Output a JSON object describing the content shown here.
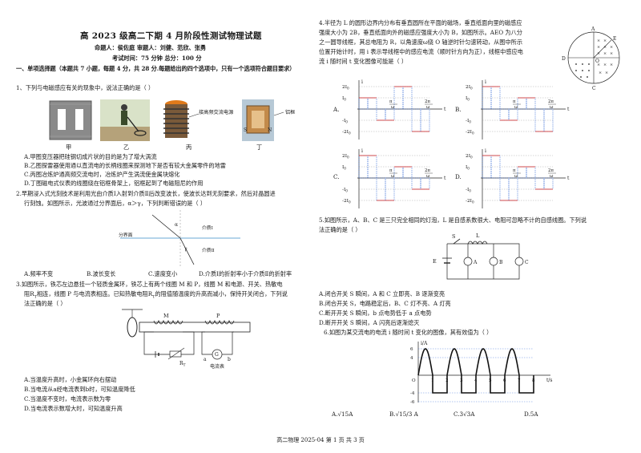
{
  "header": {
    "title": "高 2023 级高二下期 4 月阶段性测试物理试题",
    "staff": "命题人：侯佐庭   审题人：刘健、范欣、张勇",
    "exam_info": "考试时间：75 分钟   总分：100 分",
    "section1": "一、单项选择题（本题共 7 小题，每题 4 分，共 28 分.每题给出的四个选项中，只有一个选项符合题目要求）"
  },
  "q1": {
    "stem": "1、下列与电磁感应有关的现象中，说法正确的是（      ）",
    "image_labels": [
      "甲",
      "乙",
      "丙",
      "丁"
    ],
    "coil_label": "接高频交流电源",
    "alu_label": "铝框",
    "options": [
      "A.甲图变压器把硅钢切成片状的目的是为了增大涡流",
      "B.乙图探雷器使用通以直流电的长柄线圈来探测地下是否有较大金属零件的地雷",
      "C.丙图冶炼炉通高频交流电时，冶炼炉产生涡流使金属块熔化",
      "D.丁图磁电式仪表的线圈绕在铝框骨架上，铝框起到了电磁阻尼的作用"
    ]
  },
  "q2": {
    "stem1": "2.早期浸入式光刻技术是利用光由介质Ⅰ入射到介质Ⅱ后改变波长，使波长达到无刻要求，然后对晶圆进",
    "stem2": "行刻蚀。如图所示，光波通过分界面后，α＞γ，下列判断错误的是（      ）",
    "fig_labels": {
      "boundary": "分界面",
      "m1": "介质Ⅰ",
      "m2": "介质Ⅱ",
      "alpha": "α",
      "gamma": "γ"
    },
    "options": [
      "A.频率不变",
      "B.波长变长",
      "C.速度变小",
      "D.介质Ⅰ的折射率小于介质Ⅱ的折射率"
    ]
  },
  "q3": {
    "stem1": "3.如图所示，铁芯左边悬挂一个轻质金属环，铁芯上有两个线圈 M 和 P，线圈 M 和电源、开关、热敏电",
    "stem2": "阻R",
    "stem2_sub": "T",
    "stem2_rest": "相连，线圈 P 与电流表相连。已知热敏电阻R",
    "stem2_sub2": "T",
    "stem2_rest2": "的阻值随温度的升高而减小，保持开关闭合，下列说",
    "stem3": "法正确的是（      ）",
    "fig_labels": {
      "m": "M",
      "p": "P",
      "rt": "R",
      "rt_sub": "T",
      "a": "a",
      "b": "b",
      "ammeter": "电流表",
      "g": "G"
    },
    "options": [
      "A.当温度升高时，小金属环向右摆动",
      "B.当电流从a经电流表到b时，可知温度降低",
      "C.当温度不变时，电流表示数为零",
      "D.当电流表示数增大时，可知温度升高"
    ]
  },
  "q4": {
    "stem1": "4.半径为 L 的圆形边界内分布有垂直圆所在平面的磁场，垂直纸面向里的磁感应",
    "stem2": "强度大小为 2B，垂直纸面向外的磁感应强度大小为 B，如图所示。AEO 为八分",
    "stem3": "之一圆导线框，其总电阻为 R，以角速度ω绕 O 轴逆时针匀速转动，从图中所示",
    "stem4": "位置开始计时，用 i 表示导线框中的感应电流（顺时针方向为正），线框中感应电",
    "stem5": "流 i 随时间 t 变化图像可能是（      ）",
    "circle_labels": [
      "A",
      "E",
      "O",
      "D",
      "C"
    ],
    "graph_labels": {
      "y": "i",
      "x": "t",
      "p2i": "2I",
      "pi0": "I",
      "ni0": "-I",
      "n2i": "-2I",
      "sub0": "0",
      "t1": "π",
      "t2": "2π",
      "om": "ω"
    },
    "options": [
      "A.",
      "B.",
      "C.",
      "D."
    ],
    "option_values": {
      "A": [
        1,
        1,
        -1,
        -1,
        2,
        2,
        -2,
        -2
      ],
      "B": [
        2,
        2,
        -1,
        -1,
        1,
        1,
        -2,
        -2
      ],
      "C": [
        2,
        2,
        -2,
        -2,
        1,
        1,
        -1,
        -1
      ],
      "D": [
        2,
        2,
        -2,
        -2,
        1,
        1,
        -1,
        -1
      ]
    }
  },
  "q5": {
    "stem1": "5.如图所示，A、B、C 是三只完全相同的灯泡，L 是自感系数很大、电阻可忽略不计的自感线圈。下列说",
    "stem2": "法正确的是（      ）",
    "fig_labels": {
      "s": "S",
      "l": "L",
      "e": "E",
      "a": "A",
      "b": "B",
      "c": "C"
    },
    "options": [
      "A.闭合开关 S 瞬间，A 和 C 立即亮、B 逐渐变亮",
      "B.闭合开关 S，电路稳定后，B、C 灯不亮、A 灯亮",
      "C.断开开关 S 瞬间，b 点电势低于 a 点电势",
      "D.断开开关 S 瞬间，A 闪亮后逐渐熄灭"
    ]
  },
  "q6": {
    "stem": "6.如图为某交流电的电流 i 随时间 t 变化的图像，其有效值为（      ）",
    "fig_labels": {
      "y": "i/A",
      "x": "t/s",
      "ticks_y": [
        "6",
        "4",
        "-4",
        "-6"
      ],
      "ticks_x": [
        "O",
        "1",
        "2",
        "3",
        "4",
        "5",
        "6",
        "7",
        "8"
      ]
    },
    "series": [
      6,
      -4,
      6,
      -4,
      6,
      -4,
      6,
      -4
    ],
    "options": [
      "A.√15A",
      "B.√15/3 A",
      "C.3√3A",
      "D.5A"
    ]
  },
  "footer": "高二物理    2025-04    第 1 页    共 3 页"
}
